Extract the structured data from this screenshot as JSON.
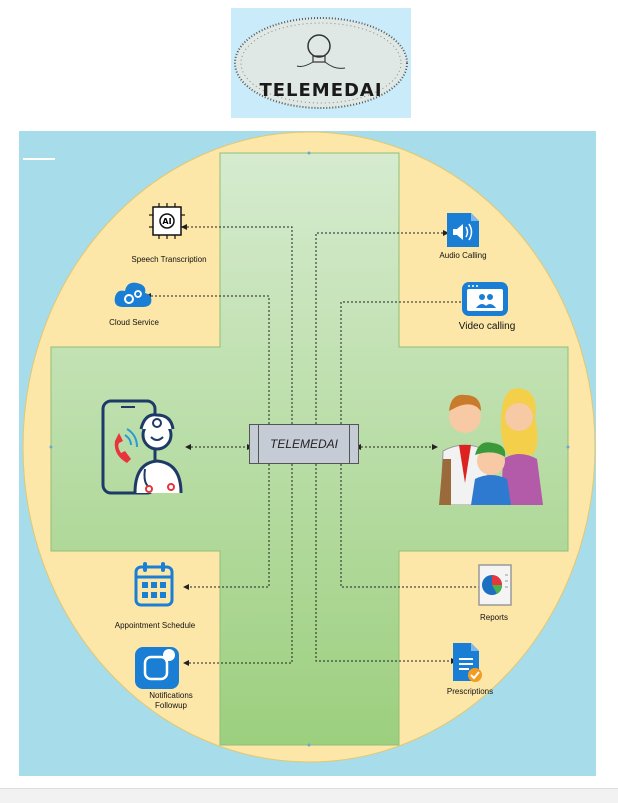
{
  "logo": {
    "text": "TELEMEDAI"
  },
  "center": {
    "label": "TELEMEDAI"
  },
  "services": {
    "speech": "Speech Transcription",
    "cloud": "Cloud Service",
    "audio": "Audio Calling",
    "video": "Video calling",
    "appointment": "Appointment Schedule",
    "notifications_1": "Notifications",
    "notifications_2": "Followup",
    "reports": "Reports",
    "prescriptions": "Prescriptions"
  },
  "icons": {
    "speech": "ai-brain-icon",
    "cloud": "cloud-gear-icon",
    "audio": "speaker-icon",
    "video": "video-screen-icon",
    "appointment": "calendar-icon",
    "notifications": "notification-badge-icon",
    "reports": "pie-chart-report-icon",
    "prescriptions": "document-check-icon",
    "doctor": "doctor-phone-icon",
    "patients": "family-icon"
  },
  "colors": {
    "background": "#a7dceb",
    "ellipse": "#fde7a8",
    "cross": "#b8dca0",
    "center_box": "#c6ccd6",
    "icon_blue": "#1a7fd4"
  }
}
